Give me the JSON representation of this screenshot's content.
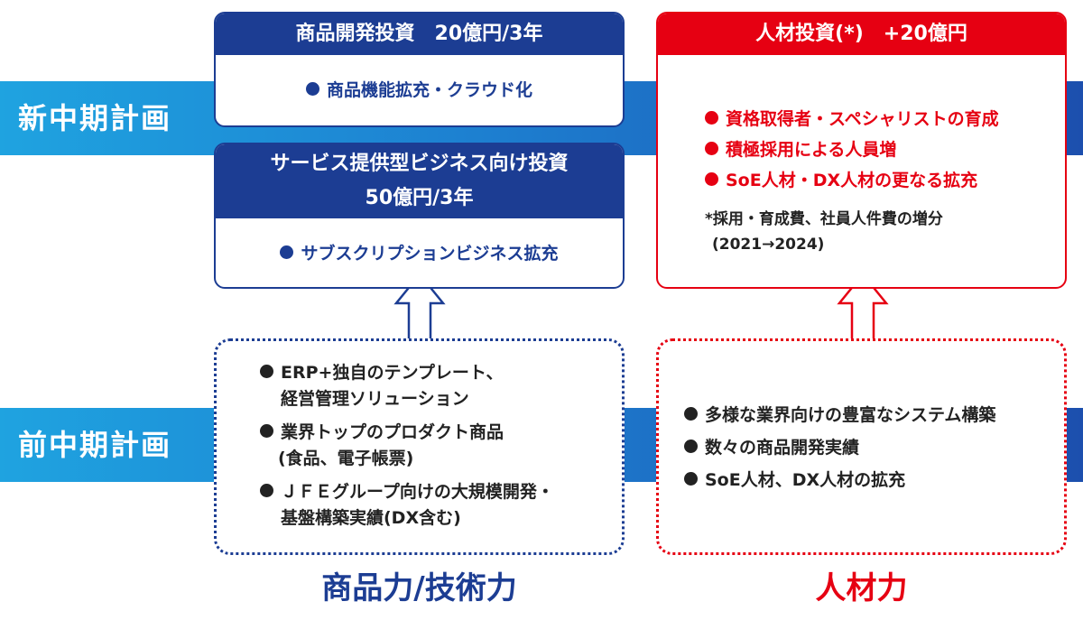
{
  "rows": {
    "new_plan": "新中期計画",
    "prev_plan": "前中期計画"
  },
  "product_invest": {
    "title": "商品開発投資　20億円/3年",
    "bullets": [
      "商品機能拡充・クラウド化"
    ]
  },
  "service_invest": {
    "title_line1": "サービス提供型ビジネス向け投資",
    "title_line2": "50億円/3年",
    "bullets": [
      "サブスクリプションビジネス拡充"
    ]
  },
  "hr_invest": {
    "title": "人材投資(*)　+20億円",
    "bullets": [
      "資格取得者・スペシャリストの育成",
      "積極採用による人員増",
      "SoE人材・DX人材の更なる拡充"
    ],
    "note_line1": "*採用・育成費、社員人件費の増分",
    "note_line2": "(2021→2024)"
  },
  "prev_product": {
    "items": [
      {
        "line1": "ERP+独自のテンプレート、",
        "line2": "経営管理ソリューション"
      },
      {
        "line1": "業界トップのプロダクト商品",
        "line2": "(食品、電子帳票)"
      },
      {
        "line1": "ＪＦＥグループ向けの大規模開発・",
        "line2": "基盤構築実績(DX含む)"
      }
    ]
  },
  "prev_hr": {
    "items": [
      "多様な業界向けの豊富なシステム構築",
      "数々の商品開発実績",
      "SoE人材、DX人材の拡充"
    ]
  },
  "bottom_labels": {
    "product": "商品力/技術力",
    "hr": "人材力"
  },
  "colors": {
    "navy": "#1c3d93",
    "red": "#e60012",
    "band_light": "#1fa3e0",
    "band_dark": "#1c4fae"
  }
}
